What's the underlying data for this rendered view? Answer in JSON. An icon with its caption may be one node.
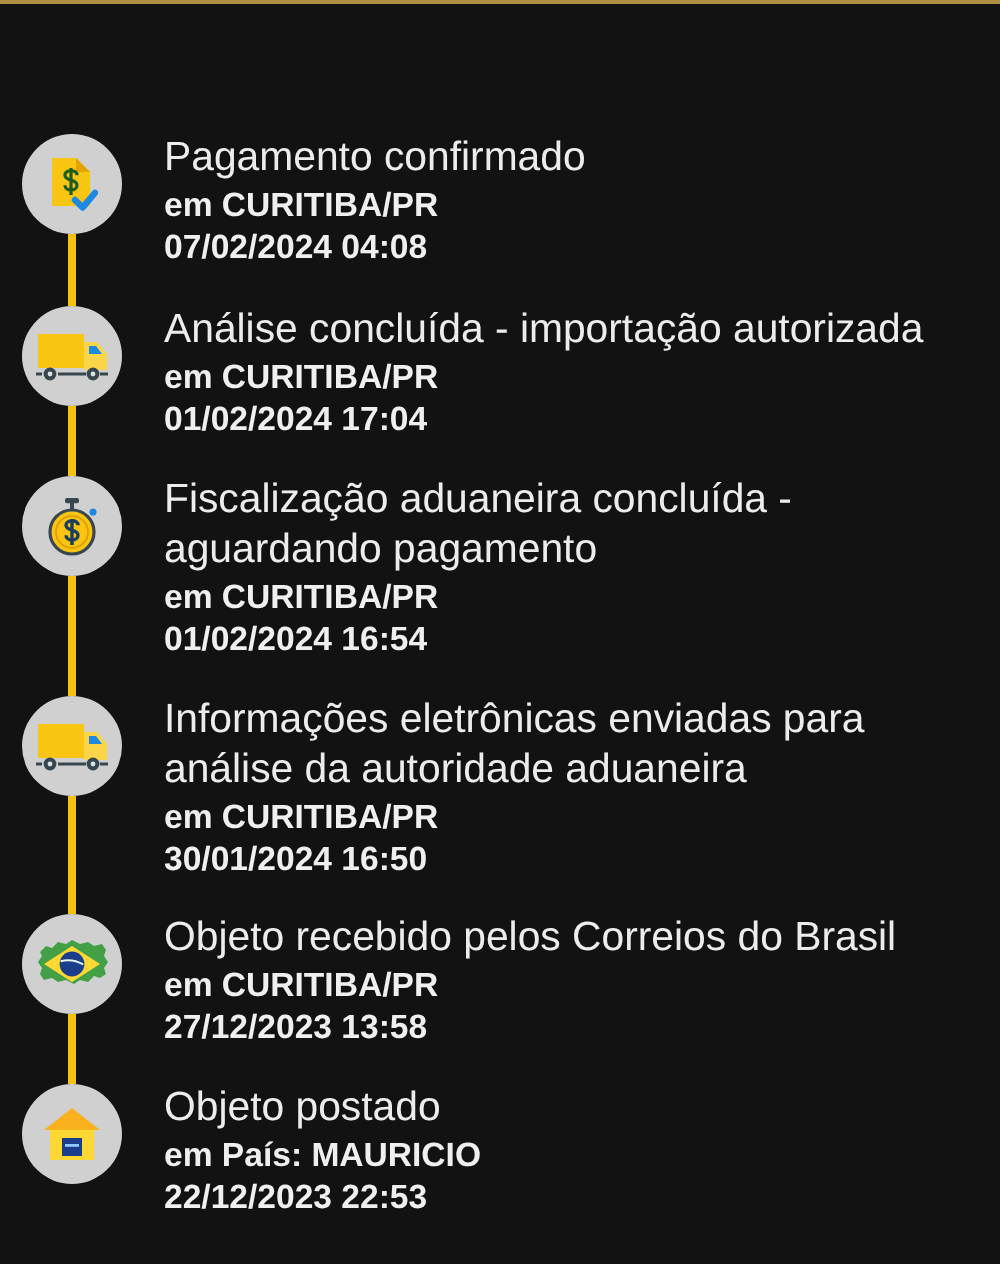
{
  "diagram": {
    "nodes": [
      {
        "text": [],
        "shape": "circle",
        "beside": [
          "Pagamento confirmado",
          "em CURITIBA/PR",
          "07/02/2024 04:08"
        ]
      },
      {
        "text": [],
        "shape": "circle",
        "beside": [
          "Análise concluída - importação autorizada",
          "em CURITIBA/PR",
          "01/02/2024 17:04"
        ]
      },
      {
        "text": [],
        "shape": "circle",
        "beside": [
          "Fiscalização aduaneira concluída - aguardando pagamento",
          "em CURITIBA/PR",
          "01/02/2024 16:54"
        ]
      },
      {
        "text": [],
        "shape": "circle",
        "beside": [
          "Informações eletrônicas enviadas para análise da autoridade aduaneira",
          "em CURITIBA/PR",
          "30/01/2024 16:50"
        ]
      },
      {
        "text": [],
        "shape": "circle",
        "beside": [
          "Objeto recebido pelos Correios do Brasil",
          "em CURITIBA/PR",
          "27/12/2023 13:58"
        ]
      },
      {
        "text": [],
        "shape": "circle",
        "beside": [
          "Objeto postado",
          "em País: MAURICIO",
          "22/12/2023 22:53"
        ]
      }
    ],
    "edges": [
      {
        "from": 0,
        "to": 1,
        "arrow": "none"
      },
      {
        "from": 1,
        "to": 2,
        "arrow": "none"
      },
      {
        "from": 2,
        "to": 3,
        "arrow": "none"
      },
      {
        "from": 3,
        "to": 4,
        "arrow": "none"
      },
      {
        "from": 4,
        "to": 5,
        "arrow": "none"
      }
    ]
  }
}
